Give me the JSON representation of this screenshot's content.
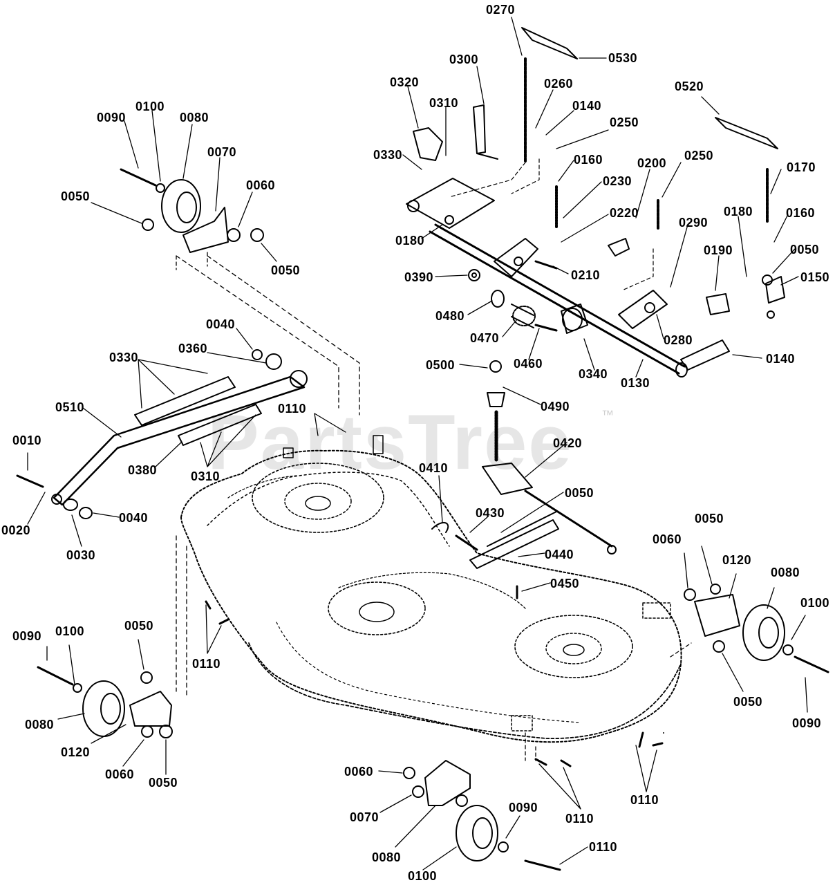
{
  "watermark": {
    "text": "PartsTree",
    "tm": "™"
  },
  "colors": {
    "ink": "#000000",
    "paper": "#ffffff",
    "watermark": "#d9d9d9"
  },
  "callouts": {
    "c0270": "0270",
    "c0530": "0530",
    "c0300": "0300",
    "c0320": "0320",
    "c0260": "0260",
    "c0140a": "0140",
    "c0310a": "0310",
    "c0250a": "0250",
    "c0520": "0520",
    "c0330a": "0330",
    "c0160a": "0160",
    "c0200": "0200",
    "c0250b": "0250",
    "c0170": "0170",
    "c0230": "0230",
    "c0180a": "0180",
    "c0220": "0220",
    "c0290": "0290",
    "c0180b": "0180",
    "c0160b": "0160",
    "c0190": "0190",
    "c0050a": "0050",
    "c0150": "0150",
    "c0390": "0390",
    "c0210": "0210",
    "c0480": "0480",
    "c0280": "0280",
    "c0140b": "0140",
    "c0470": "0470",
    "c0460": "0460",
    "c0340": "0340",
    "c0130": "0130",
    "c0500": "0500",
    "c0490": "0490",
    "c0420": "0420",
    "c0410": "0410",
    "c0050b": "0050",
    "c0430": "0430",
    "c0440": "0440",
    "c0450": "0450",
    "c0090a": "0090",
    "c0100a": "0100",
    "c0080a": "0080",
    "c0070a": "0070",
    "c0050c": "0050",
    "c0060a": "0060",
    "c0050d": "0050",
    "c0040a": "0040",
    "c0360": "0360",
    "c0330b": "0330",
    "c0510": "0510",
    "c0110a": "0110",
    "c0010": "0010",
    "c0380": "0380",
    "c0310b": "0310",
    "c0020": "0020",
    "c0040b": "0040",
    "c0030": "0030",
    "c0050e": "0050",
    "c0060b": "0060",
    "c0120a": "0120",
    "c0080b": "0080",
    "c0100b": "0100",
    "c0090b": "0090",
    "c0050f": "0050",
    "c0110b": "0110",
    "c0090c": "0090",
    "c0100c": "0100",
    "c0080c": "0080",
    "c0120b": "0120",
    "c0060c": "0060",
    "c0050g": "0050",
    "c0050h": "0050",
    "c0060d": "0060",
    "c0070b": "0070",
    "c0080d": "0080",
    "c0100d": "0100",
    "c0090d": "0090",
    "c0110c": "0110",
    "c0110d": "0110"
  }
}
